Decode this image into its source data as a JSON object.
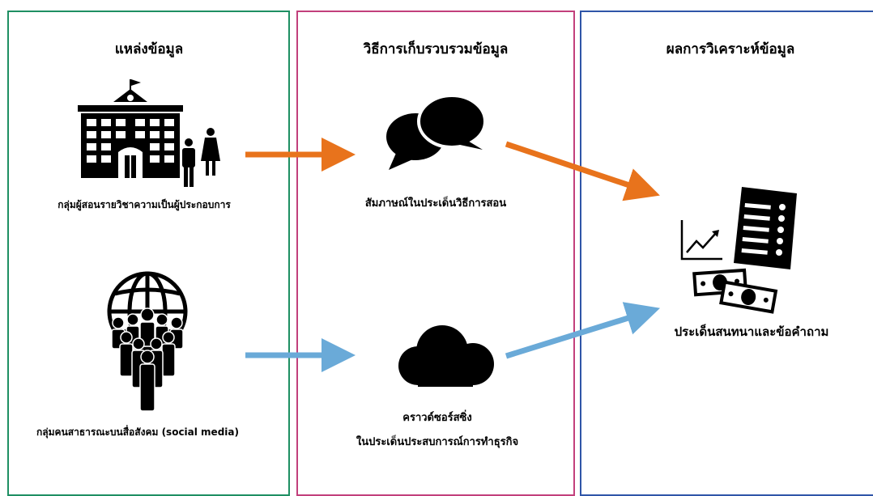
{
  "columns": {
    "sources": {
      "heading": "แหล่งข้อมูล",
      "school_group_label": "กลุ่มผู้สอนรายวิชาความเป็นผู้ประกอบการ",
      "social_group_label": "กลุ่มคนสาธารณะบนสื่อสังคม (social media)"
    },
    "methods": {
      "heading": "วิธีการเก็บรวบรวมข้อมูล",
      "interview_label": "สัมภาษณ์ในประเด็นวิธีการสอน",
      "crowdsourcing_line1": "คราวด์ซอร์สซิ่ง",
      "crowdsourcing_line2": "ในประเด็นประสบการณ์การทำธุรกิจ"
    },
    "results": {
      "heading": "ผลการวิเคราะห์ข้อมูล",
      "result_label": "ประเด็นสนทนาและข้อคำถาม"
    }
  },
  "icons": [
    "school-building-icon",
    "people-icon",
    "globe-crowd-icon",
    "speech-bubbles-icon",
    "cloud-icon",
    "report-icon",
    "growth-chart-icon",
    "banknotes-icon"
  ],
  "colors": {
    "sources_border": "#1e8f63",
    "methods_border": "#c2407c",
    "results_border": "#2f55a8",
    "orange_arrow": "#e8731c",
    "blue_arrow": "#6aaad8"
  }
}
